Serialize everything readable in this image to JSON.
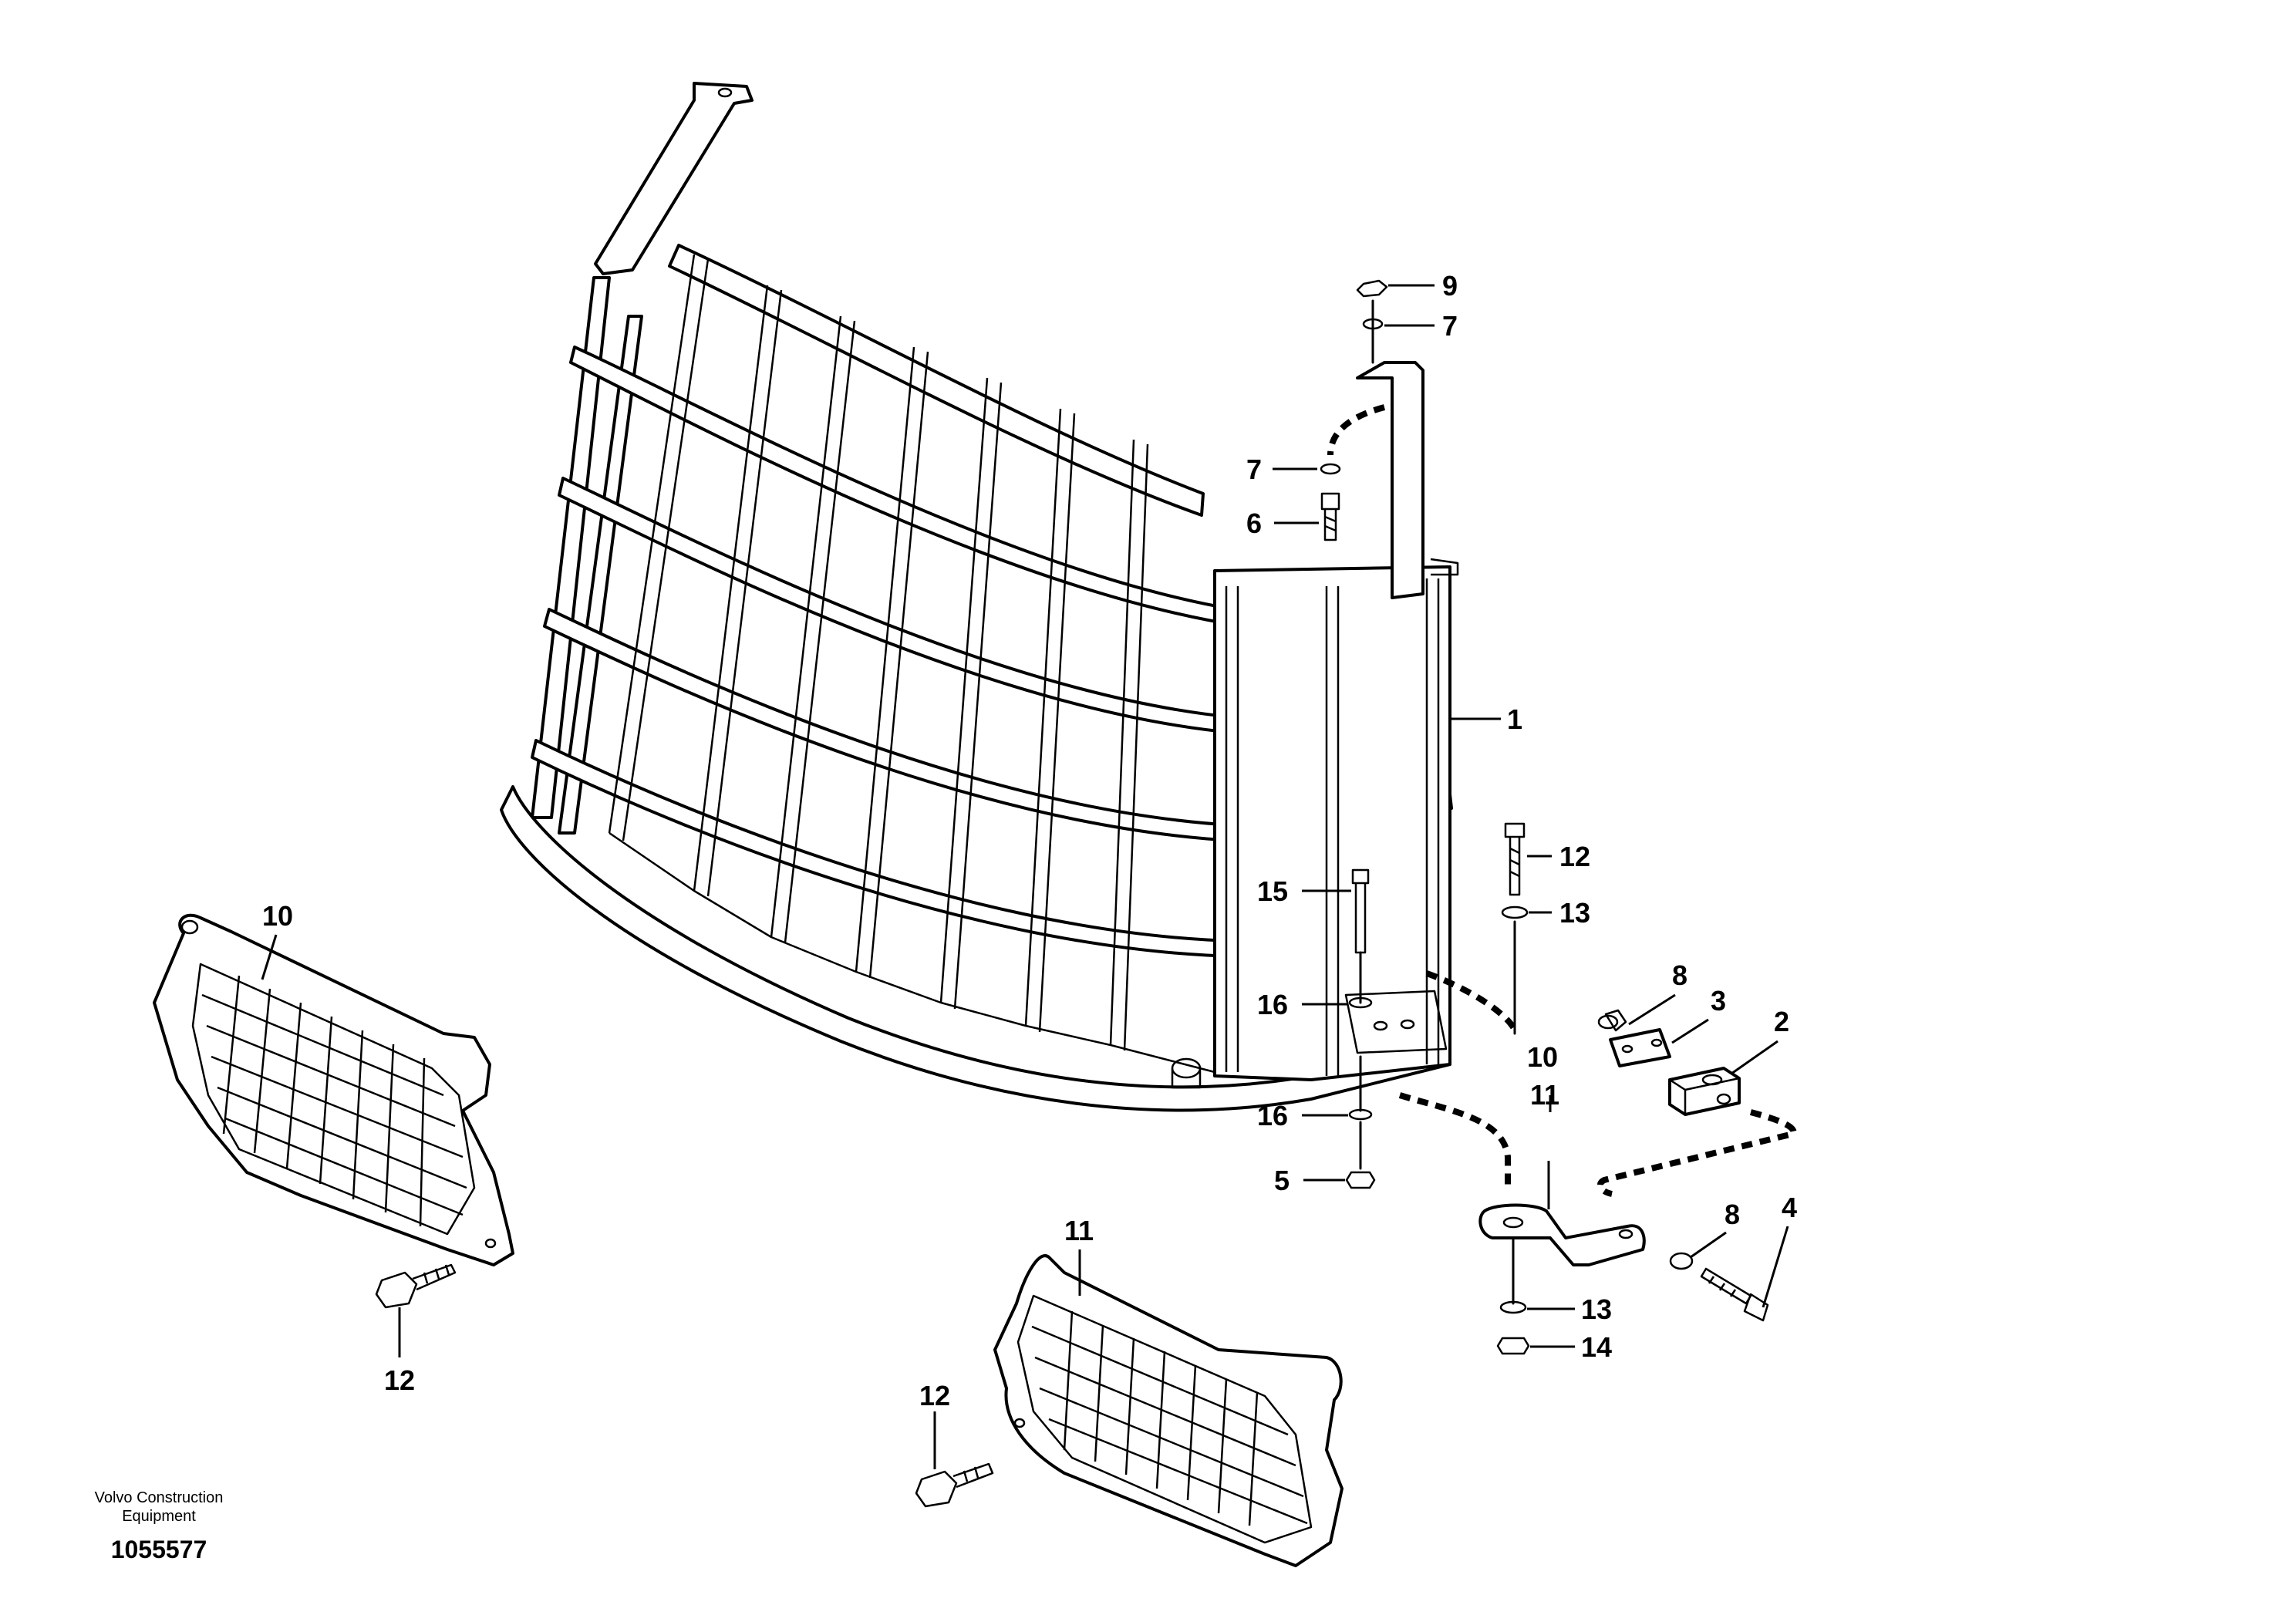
{
  "callouts": [
    {
      "id": "c9",
      "text": "9"
    },
    {
      "id": "c7a",
      "text": "7"
    },
    {
      "id": "c7b",
      "text": "7"
    },
    {
      "id": "c6",
      "text": "6"
    },
    {
      "id": "c1",
      "text": "1"
    },
    {
      "id": "c12a",
      "text": "12"
    },
    {
      "id": "c13a",
      "text": "13"
    },
    {
      "id": "c15",
      "text": "15"
    },
    {
      "id": "c16a",
      "text": "16"
    },
    {
      "id": "c16b",
      "text": "16"
    },
    {
      "id": "c5",
      "text": "5"
    },
    {
      "id": "c8a",
      "text": "8"
    },
    {
      "id": "c3",
      "text": "3"
    },
    {
      "id": "c2",
      "text": "2"
    },
    {
      "id": "c10a",
      "text": "10"
    },
    {
      "id": "c11a",
      "text": "11"
    },
    {
      "id": "c8b",
      "text": "8"
    },
    {
      "id": "c4",
      "text": "4"
    },
    {
      "id": "c13b",
      "text": "13"
    },
    {
      "id": "c14",
      "text": "14"
    },
    {
      "id": "c10b",
      "text": "10"
    },
    {
      "id": "c12b",
      "text": "12"
    },
    {
      "id": "c11b",
      "text": "11"
    },
    {
      "id": "c12c",
      "text": "12"
    }
  ],
  "footer": {
    "brand_line1": "Volvo Construction",
    "brand_line2": "Equipment",
    "doc_number": "1055577"
  }
}
